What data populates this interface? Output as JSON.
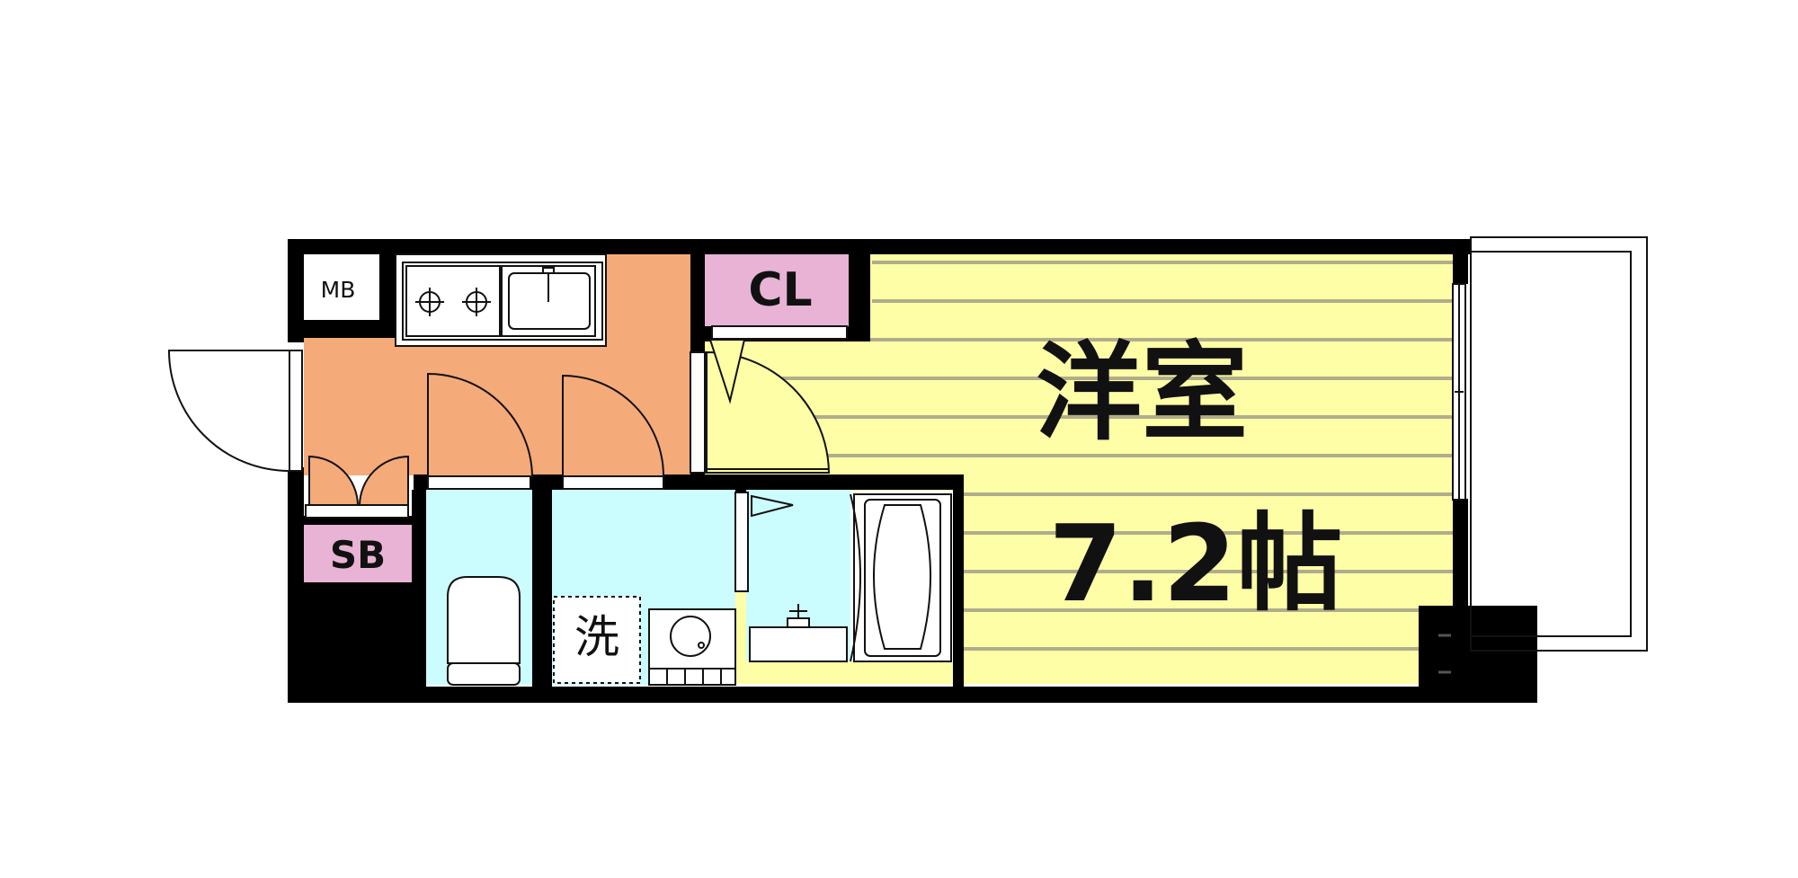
{
  "floorplan": {
    "rooms": {
      "western_room": {
        "name": "洋室",
        "size": "7.2帖"
      },
      "closet": {
        "label": "CL"
      },
      "meter_box": {
        "label": "MB"
      },
      "shoe_box": {
        "label": "SB"
      },
      "washer_space": {
        "label": "洗"
      }
    }
  },
  "colors": {
    "wall": "#000000",
    "kitchen": "#f5aa79",
    "western_room": "#fefea6",
    "wet_area": "#ccfdfe",
    "storage": "#e8b3d4",
    "floor_line": "#b0ad8c"
  }
}
